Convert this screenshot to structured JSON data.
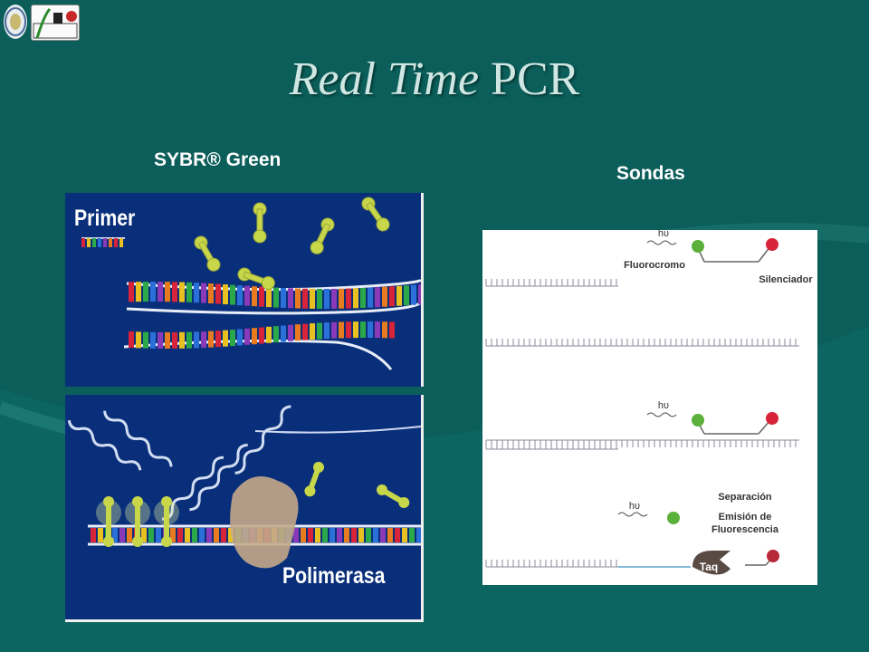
{
  "title": {
    "italic": "Real Time",
    "plain": "PCR"
  },
  "headings": {
    "sybr": "SYBR® Green",
    "sondas": "Sondas"
  },
  "sybr_panels": {
    "primer_label": "Primer",
    "polimerasa_label": "Polimerasa"
  },
  "probe_diagram": {
    "fluorocromo": "Fluorocromo",
    "silenciador": "Silenciador",
    "hv": "hυ",
    "separacion": "Separación",
    "emision_line1": "Emisión de",
    "emision_line2": "Fluorescencia",
    "taq": "Taq"
  },
  "colors": {
    "background": "#0b5e5a",
    "panel": "#0a2f7a",
    "dye": "#c8d64a",
    "fluor": "#5ab03a",
    "quencher": "#d8243a"
  }
}
